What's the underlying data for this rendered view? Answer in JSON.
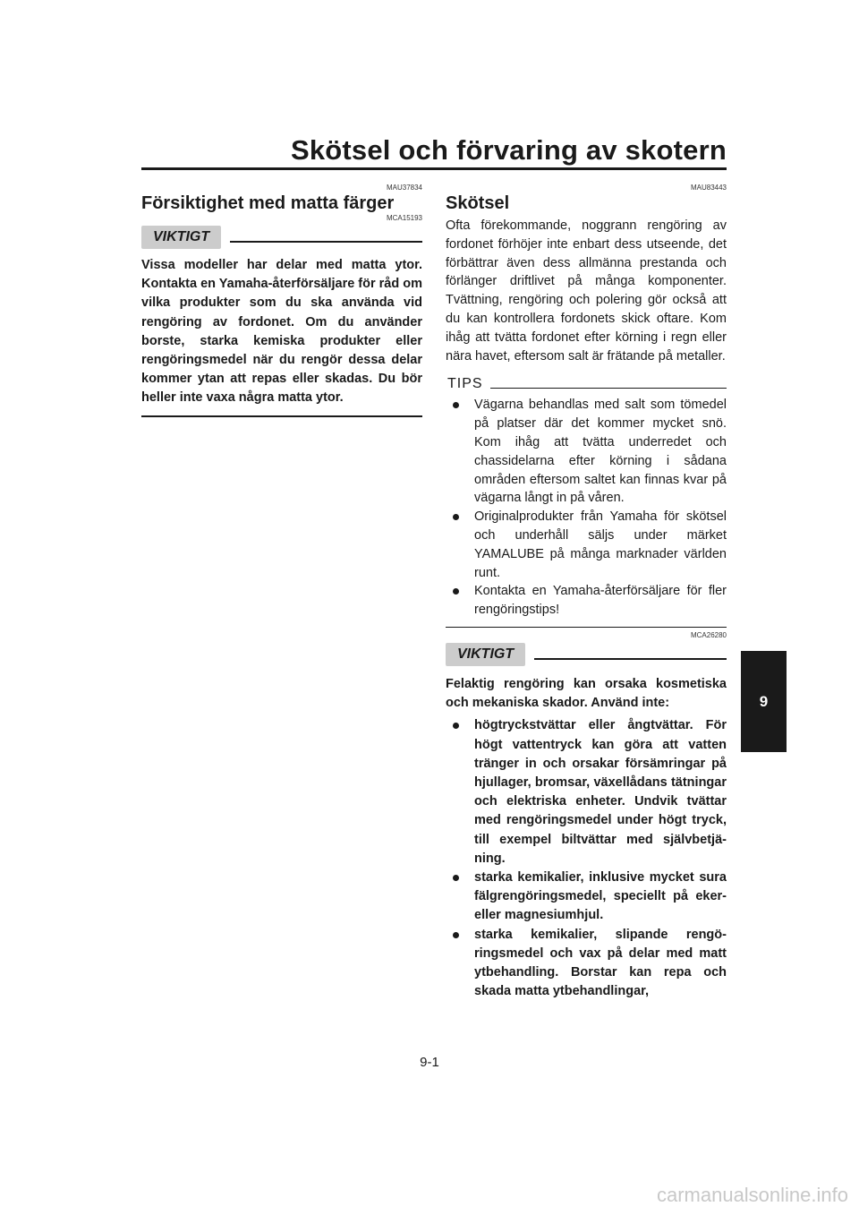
{
  "header": {
    "title": "Skötsel och förvaring av skotern"
  },
  "side_tab": "9",
  "left": {
    "code1": "MAU37834",
    "heading": "Försiktighet med matta färger",
    "code2": "MCA15193",
    "notice_label": "VIKTIGT",
    "notice_text": "Vissa modeller har delar med matta ytor. Kontakta en Yamaha-återförsäljare för råd om vilka produkter som du ska an­vända vid rengöring av fordonet. Om du använder borste, starka kemiska pro­dukter eller rengöringsmedel när du ren­gör dessa delar kommer ytan att repas eller skadas. Du bör heller inte vaxa någ­ra matta ytor."
  },
  "right": {
    "code1": "MAU83443",
    "heading": "Skötsel",
    "body": "Ofta förekommande, noggrann rengöring av fordonet förhöjer inte enbart dess utse­ende, det förbättrar även dess allmänna prestanda och förlänger driftlivet på många komponenter. Tvättning, rengöring och po­lering gör också att du kan kontrollera fordo­nets skick oftare. Kom ihåg att tvätta fordonet efter körning i regn eller nära ha­vet, eftersom salt är frätande på metaller.",
    "tips_label": "TIPS",
    "tips": [
      "Vägarna behandlas med salt som tö­medel på platser där det kommer mycket snö. Kom ihåg att tvätta under­redet och chassidelarna efter körning i sådana områden eftersom saltet kan finnas kvar på vägarna långt in på vå­ren.",
      "Originalprodukter från Yamaha för skötsel och underhåll säljs under mär­ket YAMALUBE på många marknader världen runt.",
      "Kontakta en Yamaha-återförsäljare för fler rengöringstips!"
    ],
    "code2": "MCA26280",
    "notice_label": "VIKTIGT",
    "notice_intro": "Felaktig rengöring kan orsaka kosmetis­ka och mekaniska skador. Använd inte:",
    "notice_items": [
      "högtryckstvättar eller ångtvättar. För högt vattentryck kan göra att vatten tränger in och orsakar för­sämringar på hjullager, bromsar, växellådans tätningar och elektris­ka enheter. Undvik tvättar med ren­göringsmedel under högt tryck, till exempel biltvättar med självbetjä­ning.",
      "starka kemikalier, inklusive mycket sura fälgrengöringsmedel, speciellt på eker- eller magnesiumhjul.",
      "starka kemikalier, slipande rengö­ringsmedel och vax på delar med matt ytbehandling. Borstar kan repa och skada matta ytbehandlingar,"
    ]
  },
  "footer": {
    "page": "9-1",
    "watermark": "carmanualsonline.info"
  }
}
